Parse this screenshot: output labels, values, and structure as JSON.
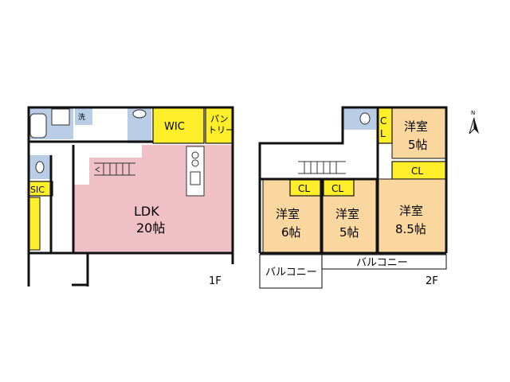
{
  "colors": {
    "ldk": "#EFC0C6",
    "storage": "#FFEF2A",
    "bath": "#B9CDE6",
    "bedroom": "#F9D79F",
    "wall": "#111111"
  },
  "floor1": {
    "level_label": "1F",
    "ldk": {
      "name": "LDK",
      "size": "20帖"
    },
    "wic": "WIC",
    "pantry_line1": "パン",
    "pantry_line2": "トリー",
    "sic": "SIC",
    "laundry": "洗"
  },
  "floor2": {
    "level_label": "2F",
    "room_a": {
      "name": "洋室",
      "size": "6帖",
      "closet": "CL"
    },
    "room_b": {
      "name": "洋室",
      "size": "5帖",
      "closet": "CL"
    },
    "room_c": {
      "name": "洋室",
      "size": "8.5帖",
      "closet": "CL"
    },
    "room_d": {
      "name": "洋室",
      "size": "5帖",
      "closet_line1": "C",
      "closet_line2": "L"
    },
    "balcony_left": "バルコニー",
    "balcony_right": "バルコニー"
  },
  "icons": {
    "compass": "north-arrow-compass"
  }
}
